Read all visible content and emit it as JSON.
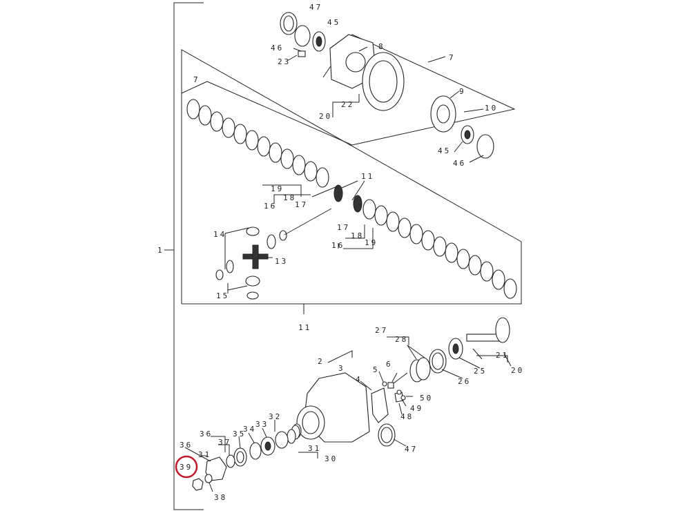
{
  "diagram": {
    "highlight_color": "#c0182b",
    "highlighted_callout": "39",
    "callouts": {
      "c1": "1",
      "c2": "2",
      "c3": "3",
      "c4": "4",
      "c5": "5",
      "c6": "6",
      "c7a": "7",
      "c7b": "7",
      "c8": "8",
      "c9": "9",
      "c10": "10",
      "c11a": "11",
      "c11b": "11",
      "c13": "13",
      "c14": "14",
      "c15": "15",
      "c16a": "16",
      "c16b": "16",
      "c17a": "17",
      "c17b": "17",
      "c18a": "18",
      "c18b": "18",
      "c19a": "19",
      "c19b": "19",
      "c20a": "20",
      "c20b": "20",
      "c21": "21",
      "c22": "22",
      "c23": "23",
      "c25": "25",
      "c26": "26",
      "c27": "27",
      "c28": "28",
      "c30": "30",
      "c31a": "31",
      "c31b": "31",
      "c32": "32",
      "c33": "33",
      "c34": "34",
      "c35": "35",
      "c36": "36",
      "c37": "37",
      "c38": "38",
      "c39": "39",
      "c45a": "45",
      "c45b": "45",
      "c46a": "46",
      "c46b": "46",
      "c47a": "47",
      "c47b": "47",
      "c48": "48",
      "c49": "49",
      "c50": "50"
    }
  }
}
